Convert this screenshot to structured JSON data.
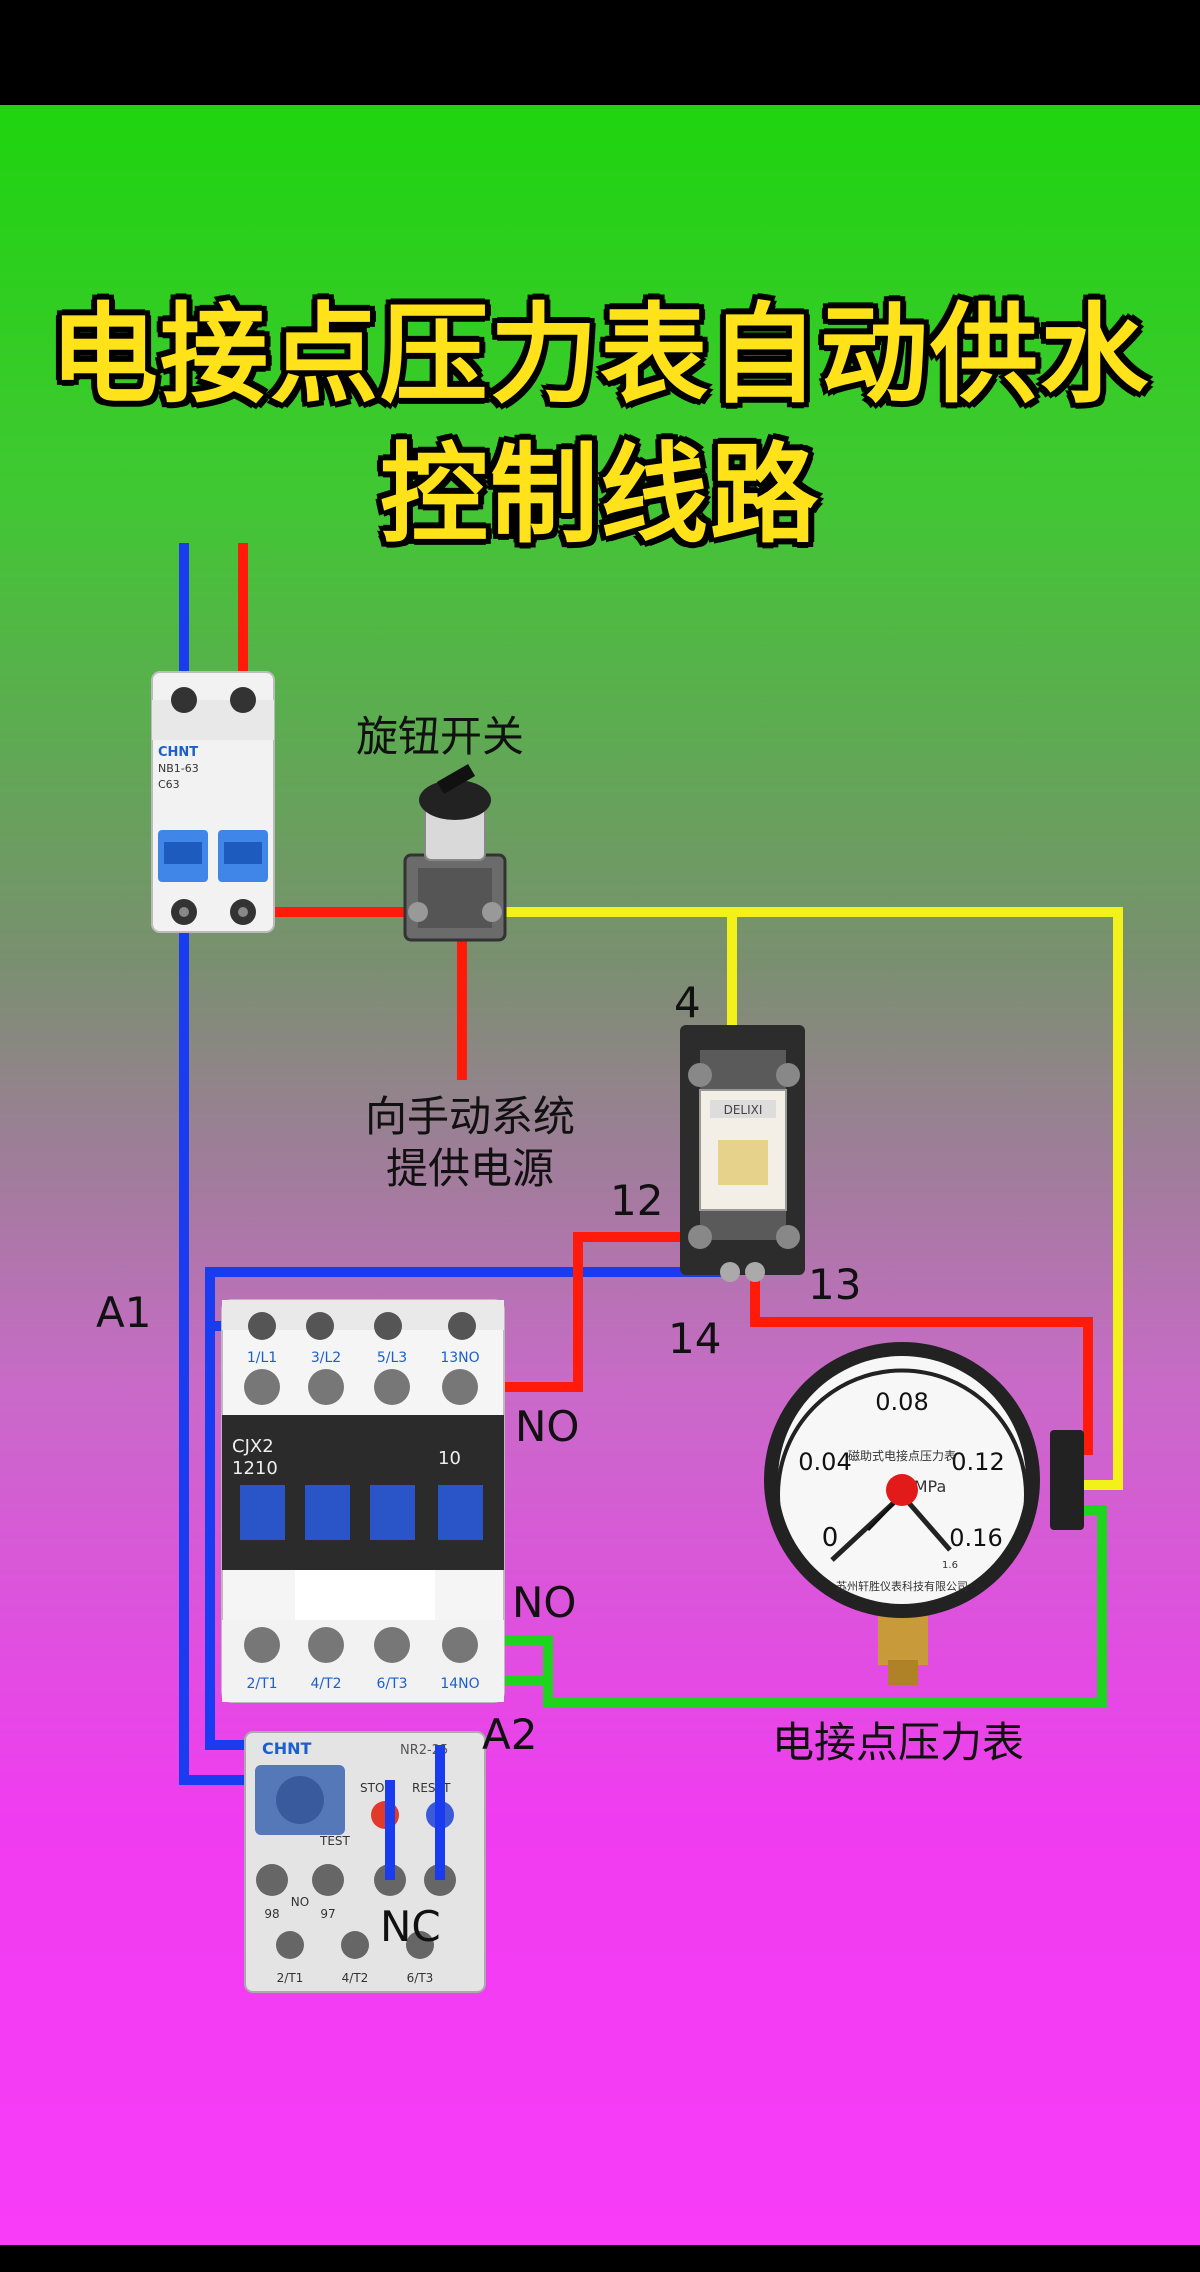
{
  "title": {
    "line1": "电接点压力表自动供水",
    "line2": "控制线路"
  },
  "labels": {
    "rotary_switch": "旋钮开关",
    "manual_power_line1": "向手动系统",
    "manual_power_line2": "提供电源",
    "terminal_4": "4",
    "terminal_12": "12",
    "terminal_13": "13",
    "terminal_14": "14",
    "a1": "A1",
    "a2": "A2",
    "no_top": "NO",
    "no_bottom": "NO",
    "nc": "NC",
    "pressure_gauge": "电接点压力表"
  },
  "breaker": {
    "brand": "CHNT",
    "model": "NB1-63",
    "rating": "C63"
  },
  "relay": {
    "brand": "DELIXI"
  },
  "contactor": {
    "model_line1": "CJX2",
    "model_line2": "1210",
    "aux": "10",
    "top_terminals": [
      "1/L1",
      "3/L2",
      "5/L3",
      "13NO"
    ],
    "bottom_terminals": [
      "2/T1",
      "4/T2",
      "6/T3",
      "14NO"
    ]
  },
  "overload": {
    "brand": "CHNT",
    "model": "NR2-25",
    "stop": "STOP",
    "reset": "RESET",
    "test": "TEST",
    "aux_left": "98",
    "aux_mid": "97",
    "no_mark": "NO",
    "bottom_terminals": [
      "2/T1",
      "4/T2",
      "6/T3"
    ]
  },
  "gauge": {
    "scale": [
      "0",
      "0.04",
      "0.08",
      "0.12",
      "0.16"
    ],
    "unit": "MPa",
    "name": "磁助式电接点压力表",
    "maker": "苏州轩胜仪表科技有限公司",
    "class": "1.6"
  },
  "colors": {
    "wire_blue": "#1a3cf0",
    "wire_red": "#ff1a0a",
    "wire_yellow": "#f2f21a",
    "wire_green": "#1fd41f",
    "title": "#ffe21a"
  }
}
